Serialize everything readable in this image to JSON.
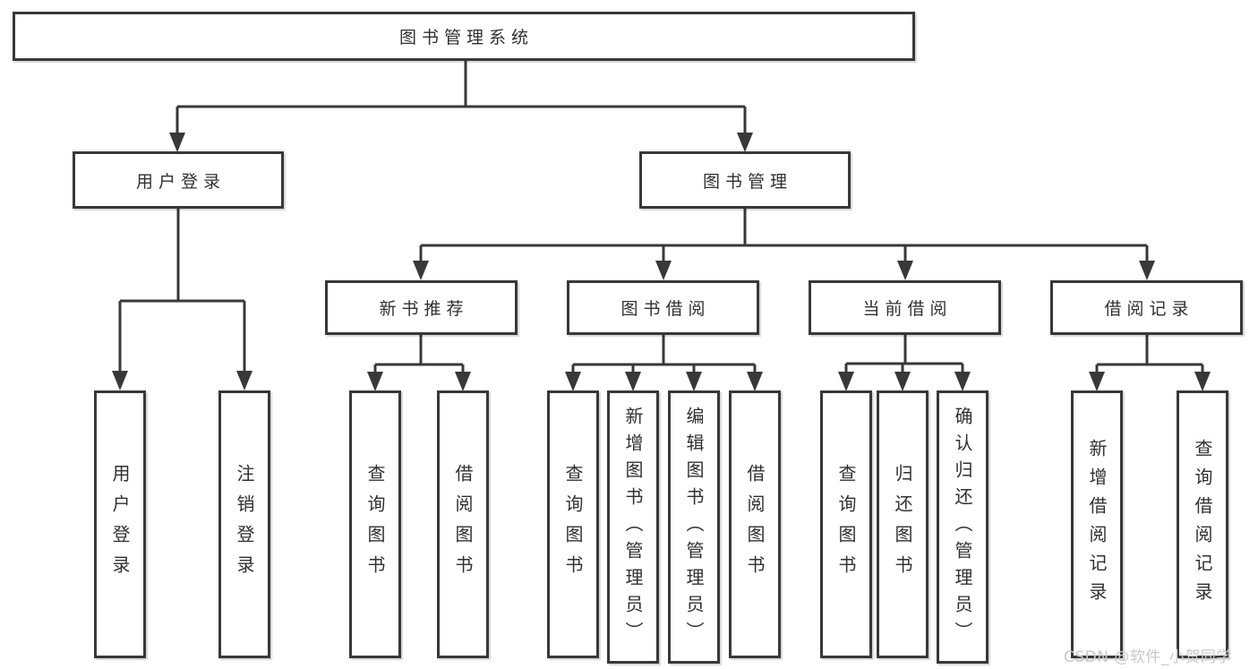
{
  "diagram": {
    "type": "hierarchy-tree",
    "nodes": {
      "root": "图书管理系统",
      "level2": [
        "用户登录",
        "图书管理"
      ],
      "level3": [
        "新书推荐",
        "图书借阅",
        "当前借阅",
        "借阅记录"
      ],
      "user_login_children": [
        "用户登录",
        "注销登录"
      ],
      "new_book_children": [
        "查询图书",
        "借阅图书"
      ],
      "book_borrow_children": [
        "查询图书",
        "新增图书（管理员）",
        "编辑图书（管理员）",
        "借阅图书"
      ],
      "current_borrow_children": [
        "查询图书",
        "归还图书",
        "确认归还（管理员）"
      ],
      "borrow_record_children": [
        "新增借阅记录",
        "查询借阅记录"
      ]
    },
    "edges": [
      [
        "图书管理系统",
        "用户登录"
      ],
      [
        "图书管理系统",
        "图书管理"
      ],
      [
        "用户登录",
        "用户登录"
      ],
      [
        "用户登录",
        "注销登录"
      ],
      [
        "图书管理",
        "新书推荐"
      ],
      [
        "图书管理",
        "图书借阅"
      ],
      [
        "图书管理",
        "当前借阅"
      ],
      [
        "图书管理",
        "借阅记录"
      ],
      [
        "新书推荐",
        "查询图书"
      ],
      [
        "新书推荐",
        "借阅图书"
      ],
      [
        "图书借阅",
        "查询图书"
      ],
      [
        "图书借阅",
        "新增图书（管理员）"
      ],
      [
        "图书借阅",
        "编辑图书（管理员）"
      ],
      [
        "图书借阅",
        "借阅图书"
      ],
      [
        "当前借阅",
        "查询图书"
      ],
      [
        "当前借阅",
        "归还图书"
      ],
      [
        "当前借阅",
        "确认归还（管理员）"
      ],
      [
        "借阅记录",
        "新增借阅记录"
      ],
      [
        "借阅记录",
        "查询借阅记录"
      ]
    ]
  },
  "watermark": {
    "text": "CSDN @软件_小贺同学"
  },
  "colors": {
    "line": "#383838",
    "box_border": "#383838",
    "box_fill": "#ffffff",
    "text": "#303030",
    "watermark": "#c9c9c9",
    "background": "#ffffff"
  }
}
